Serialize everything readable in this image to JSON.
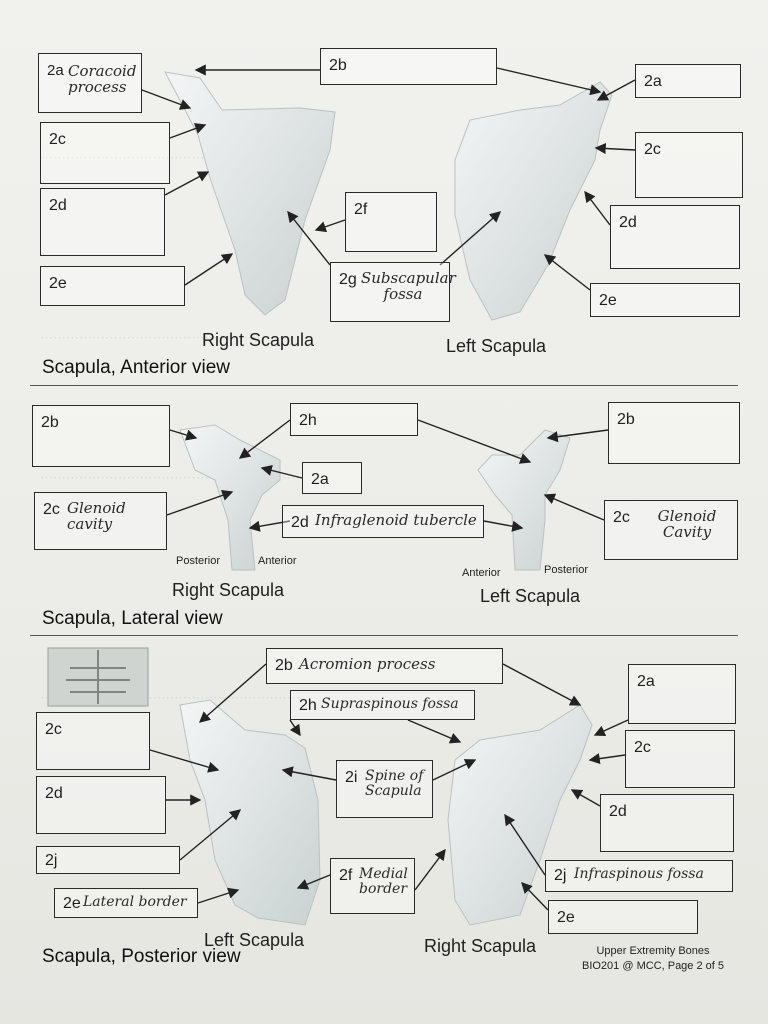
{
  "anterior": {
    "boxes": [
      {
        "label": "2a",
        "answer": "Coracoid process"
      },
      {
        "label": "2b",
        "answer": ""
      },
      {
        "label": "2a",
        "answer": ""
      },
      {
        "label": "2c",
        "answer": ""
      },
      {
        "label": "2c",
        "answer": ""
      },
      {
        "label": "2d",
        "answer": ""
      },
      {
        "label": "2f",
        "answer": ""
      },
      {
        "label": "2d",
        "answer": ""
      },
      {
        "label": "2e",
        "answer": ""
      },
      {
        "label": "2g",
        "answer": "Subscapular fossa"
      },
      {
        "label": "2e",
        "answer": ""
      }
    ],
    "caption_right": "Right Scapula",
    "caption_left": "Left Scapula",
    "title": "Scapula, Anterior view"
  },
  "lateral": {
    "boxes": [
      {
        "label": "2b",
        "answer": ""
      },
      {
        "label": "2h",
        "answer": ""
      },
      {
        "label": "2b",
        "answer": ""
      },
      {
        "label": "2a",
        "answer": ""
      },
      {
        "label": "2c",
        "answer": "Glenoid cavity"
      },
      {
        "label": "2d",
        "answer": "Infraglenoid tubercle"
      },
      {
        "label": "2c",
        "answer": "Glenoid Cavity"
      }
    ],
    "posterior_left": "Posterior",
    "anterior_left": "Anterior",
    "anterior_right": "Anterior",
    "posterior_right": "Posterior",
    "caption_right": "Right Scapula",
    "caption_left": "Left Scapula",
    "title": "Scapula, Lateral view"
  },
  "posterior": {
    "boxes": [
      {
        "label": "2b",
        "answer": "Acromion process"
      },
      {
        "label": "2h",
        "answer": "Supraspinous fossa"
      },
      {
        "label": "2a",
        "answer": ""
      },
      {
        "label": "2c",
        "answer": ""
      },
      {
        "label": "2c",
        "answer": ""
      },
      {
        "label": "2i",
        "answer": "Spine of Scapula"
      },
      {
        "label": "2d",
        "answer": ""
      },
      {
        "label": "2d",
        "answer": ""
      },
      {
        "label": "2j",
        "answer": ""
      },
      {
        "label": "2f",
        "answer": "Medial border"
      },
      {
        "label": "2j",
        "answer": "Infraspinous fossa"
      },
      {
        "label": "2e",
        "answer": "Lateral border"
      },
      {
        "label": "2e",
        "answer": ""
      }
    ],
    "caption_left": "Left Scapula",
    "caption_right": "Right Scapula",
    "title": "Scapula, Posterior view"
  },
  "footer": {
    "line1": "Upper Extremity Bones",
    "line2": "BIO201 @ MCC, Page 2 of 5"
  }
}
